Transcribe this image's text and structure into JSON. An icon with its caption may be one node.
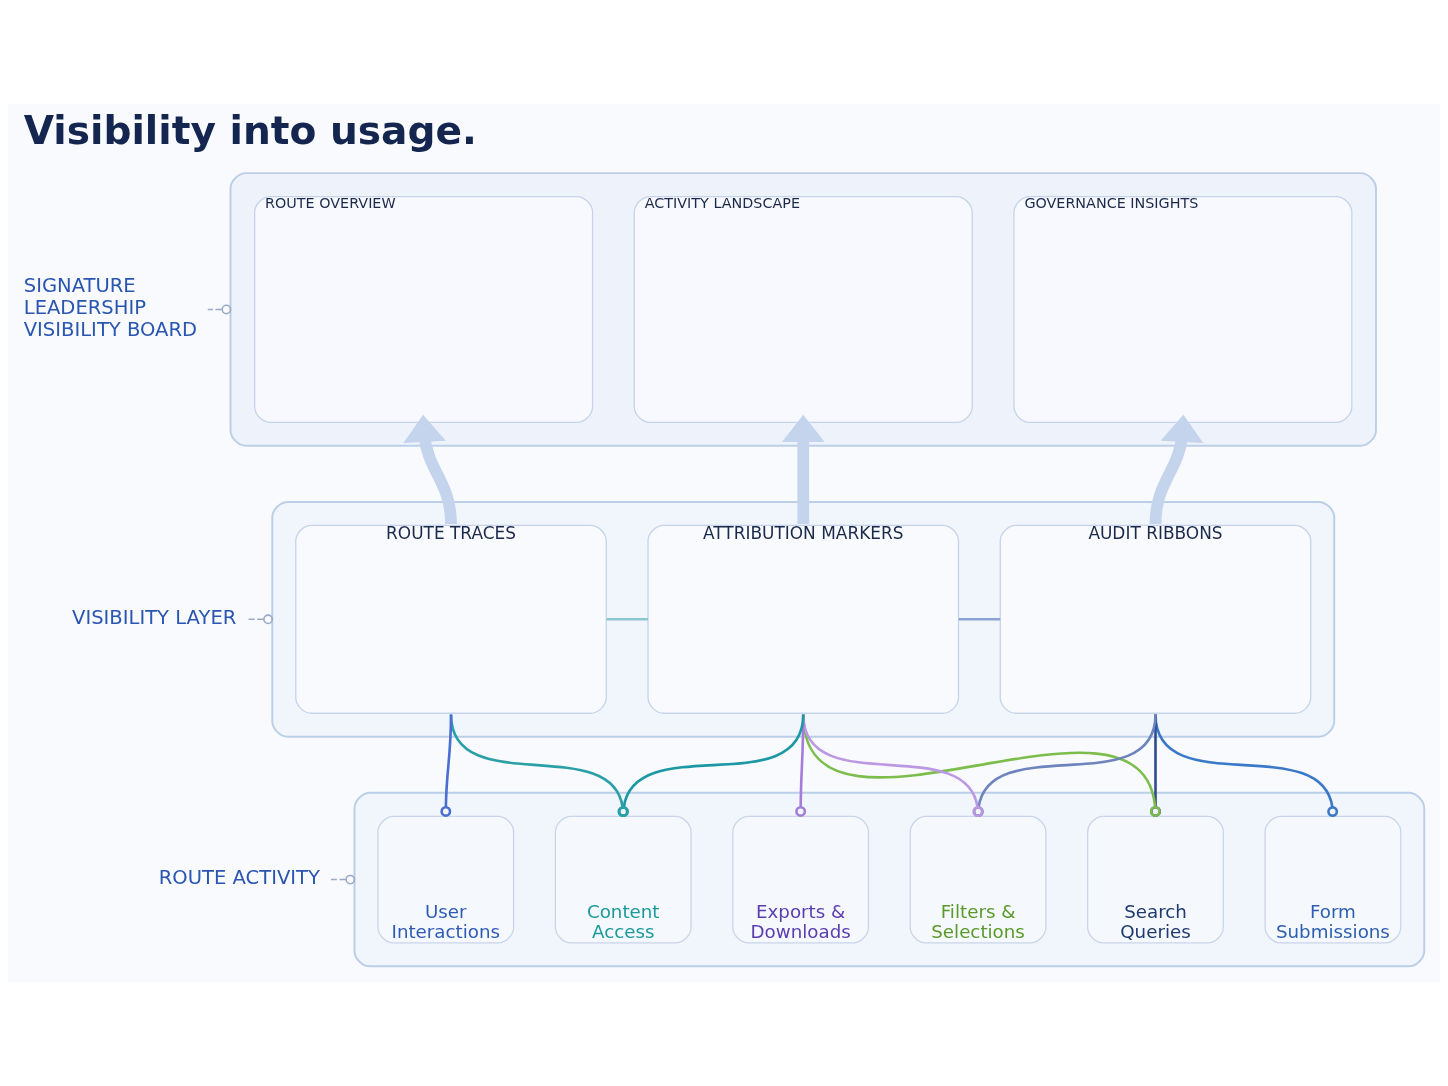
{
  "diagram": {
    "title": "Visibility into usage.",
    "nodes": [
      {
        "text": [
          "SIGNATURE LEADERSHIP VISIBILITY BOARD"
        ]
      },
      {
        "text": [],
        "shape": "box"
      },
      {
        "text": [
          "ROUTE OVERVIEW"
        ],
        "in": 1
      },
      {
        "text": [
          "ACTIVITY LANDSCAPE"
        ],
        "in": 1
      },
      {
        "text": [
          "GOVERNANCE INSIGHTS"
        ],
        "in": 1
      },
      {
        "text": [
          "VISIBILITY LAYER"
        ]
      },
      {
        "text": [],
        "shape": "box"
      },
      {
        "text": [
          "ROUTE TRACES"
        ],
        "in": 6
      },
      {
        "text": [
          "ATTRIBUTION MARKERS"
        ],
        "in": 6
      },
      {
        "text": [
          "AUDIT RIBBONS"
        ],
        "in": 6
      },
      {
        "text": [
          "ROUTE ACTIVITY"
        ]
      },
      {
        "text": [],
        "shape": "box"
      },
      {
        "text": [
          "User Interactions"
        ],
        "in": 11
      },
      {
        "text": [
          "Content Access"
        ],
        "in": 11
      },
      {
        "text": [
          "Exports & Downloads"
        ],
        "in": 11
      },
      {
        "text": [
          "Filters & Selections"
        ],
        "in": 11
      },
      {
        "text": [
          "Search Queries"
        ],
        "in": 11
      },
      {
        "text": [
          "Form Submissions"
        ],
        "in": 11
      }
    ],
    "edges": [
      {
        "from": 1,
        "to": 0,
        "arrow": "other",
        "style": "dashed",
        "color": "#9aa9c4"
      },
      {
        "from": 6,
        "to": 5,
        "arrow": "other",
        "style": "dashed",
        "color": "#9aa9c4"
      },
      {
        "from": 11,
        "to": 10,
        "arrow": "other",
        "style": "dashed",
        "color": "#9aa9c4"
      },
      {
        "from": 7,
        "to": 2,
        "arrow": "to",
        "style": "thick",
        "color": "#c3d4ec"
      },
      {
        "from": 8,
        "to": 3,
        "arrow": "to",
        "style": "thick",
        "color": "#c3d4ec"
      },
      {
        "from": 9,
        "to": 4,
        "arrow": "to",
        "style": "thick",
        "color": "#c3d4ec"
      },
      {
        "from": 12,
        "to": 7,
        "arrow": "other",
        "color": "#4a6fd0"
      },
      {
        "from": 13,
        "to": 7,
        "arrow": "other",
        "color": "#2aa0a6"
      },
      {
        "from": 13,
        "to": 8,
        "arrow": "other",
        "color": "#1c98a4"
      },
      {
        "from": 14,
        "to": 8,
        "arrow": "other",
        "color": "#a57dd9"
      },
      {
        "from": 15,
        "to": 8,
        "arrow": "other",
        "color": "#bc98e2"
      },
      {
        "from": 15,
        "to": 9,
        "arrow": "other",
        "color": "#6d84bc"
      },
      {
        "from": 16,
        "to": 8,
        "arrow": "other",
        "color": "#7cbd4c"
      },
      {
        "from": 16,
        "to": 9,
        "arrow": "other",
        "color": "#2d4b8e"
      },
      {
        "from": 17,
        "to": 9,
        "arrow": "other",
        "color": "#3a78c8"
      },
      {
        "from": 7,
        "to": 8,
        "arrow": "none",
        "color": "#8cc6cf"
      },
      {
        "from": 8,
        "to": 9,
        "arrow": "none",
        "color": "#8aa3d2"
      }
    ]
  }
}
